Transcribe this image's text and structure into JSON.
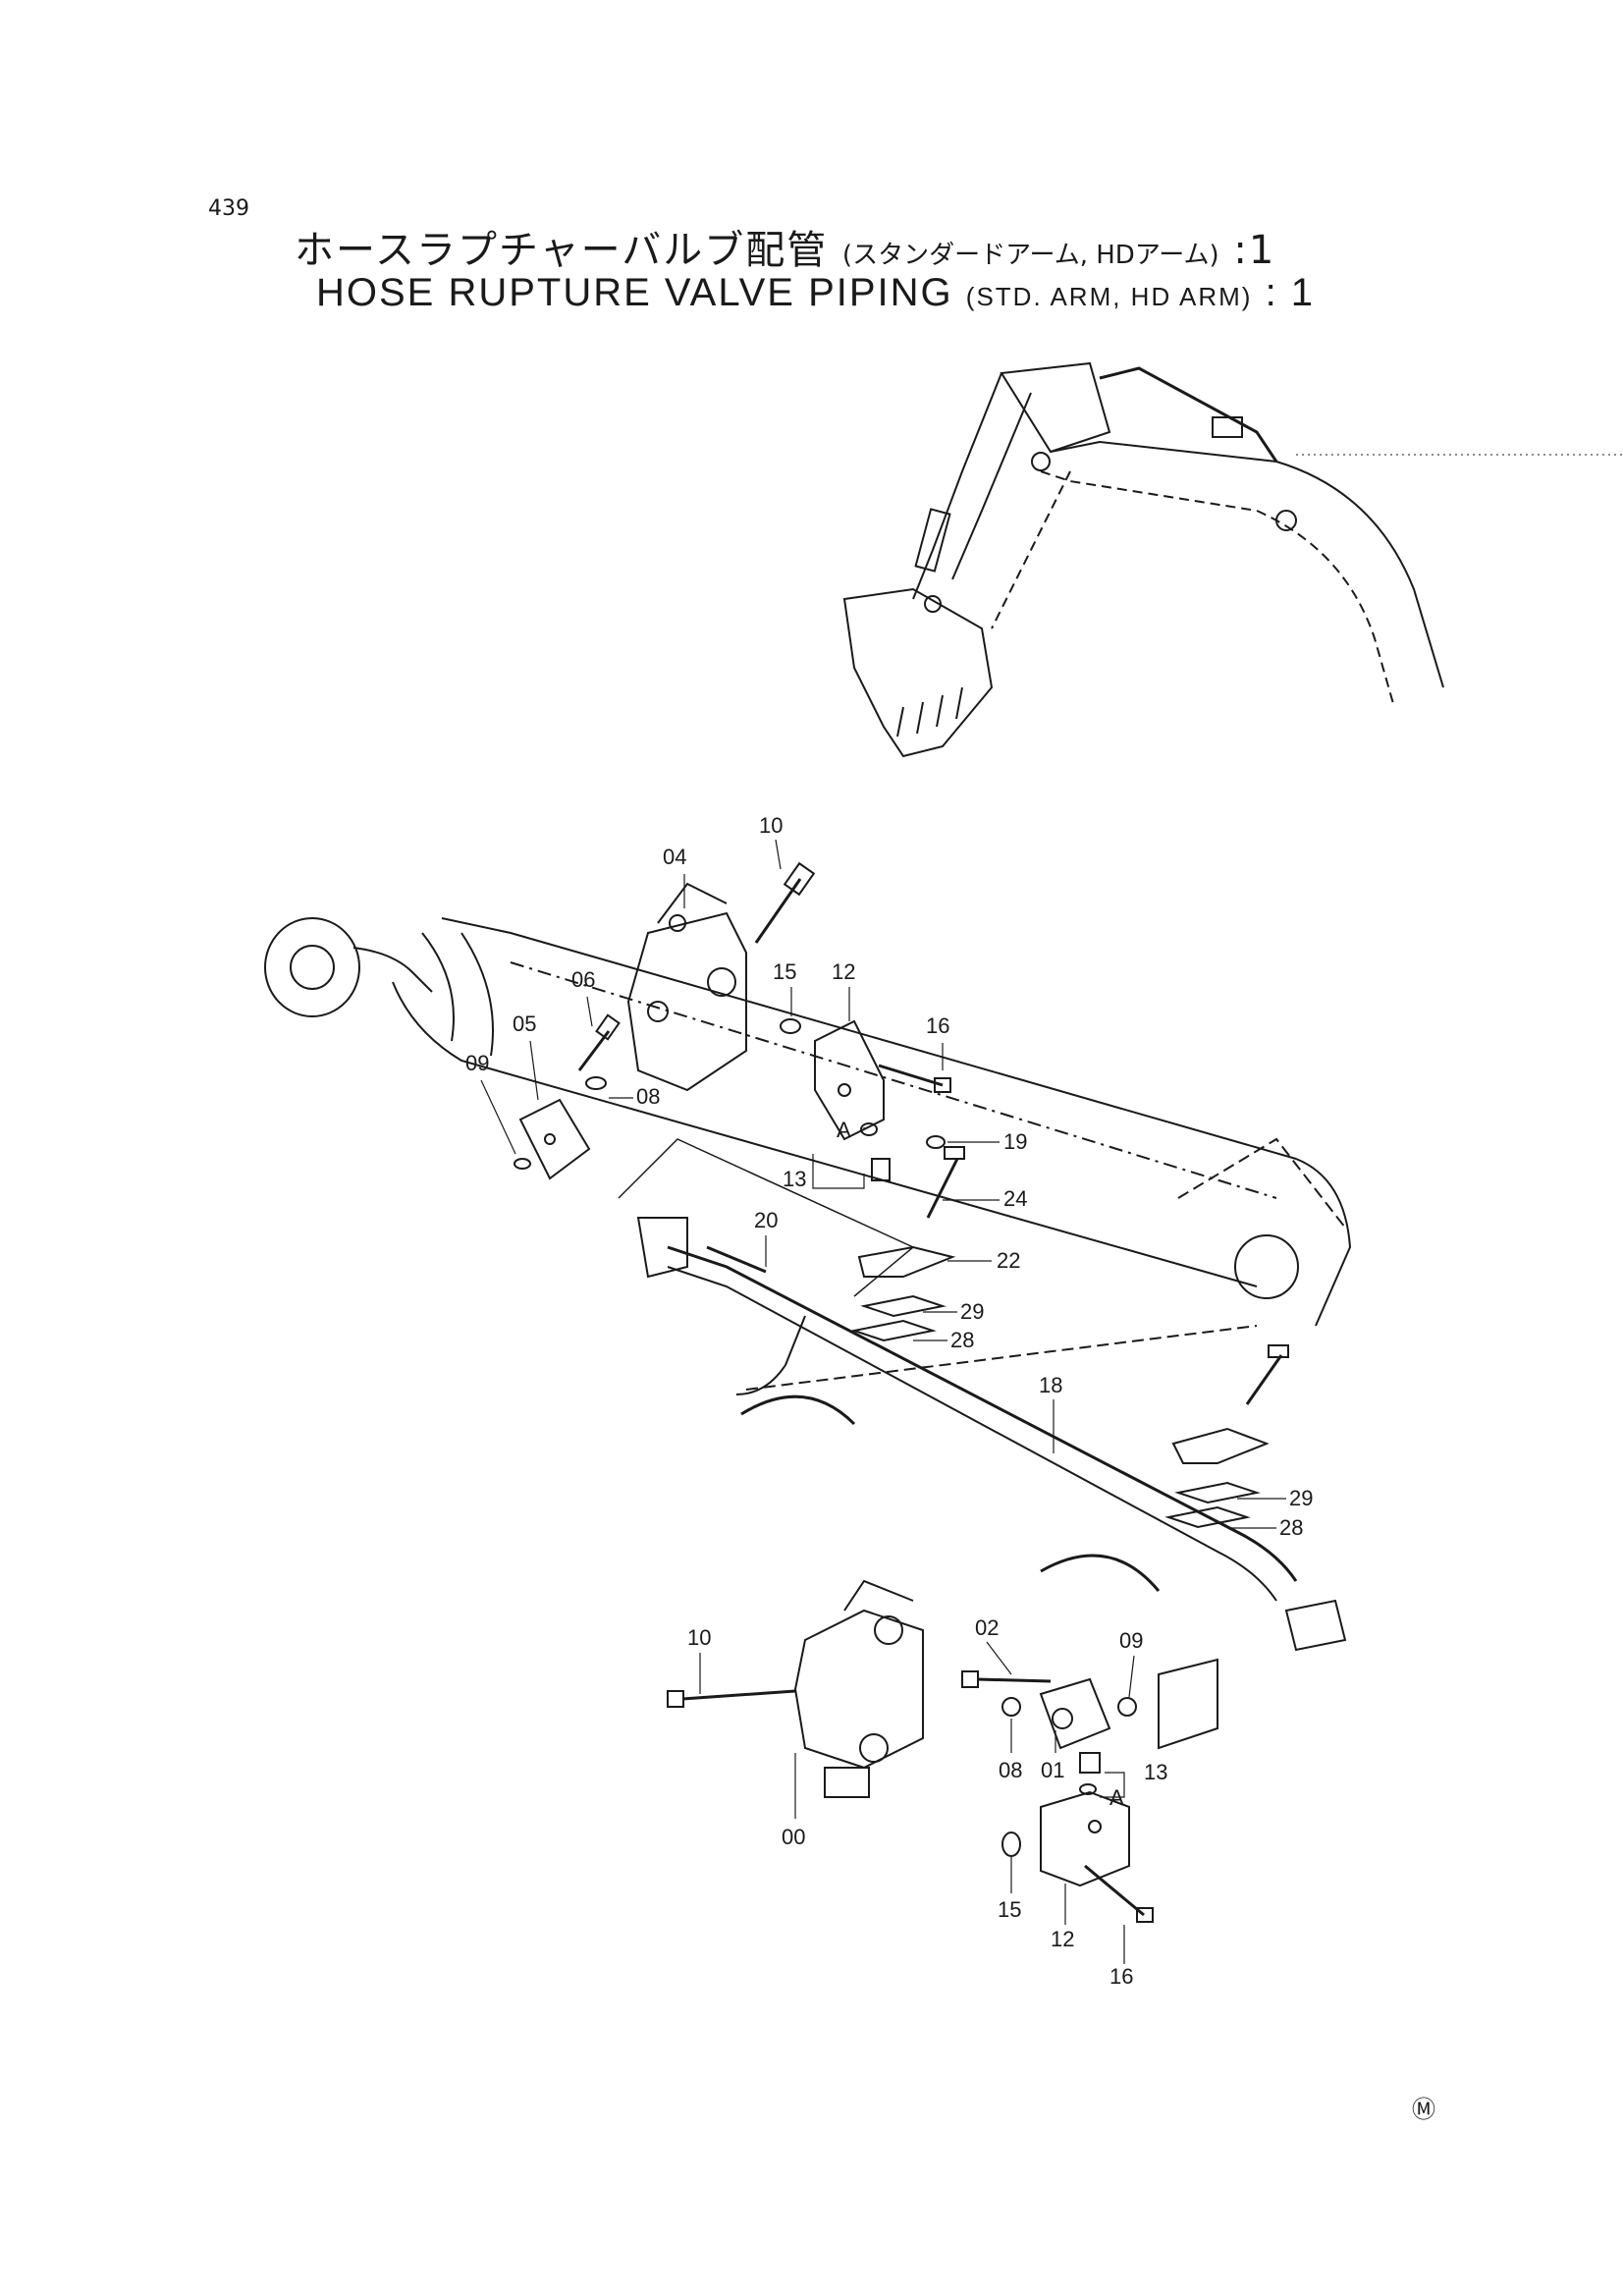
{
  "page_number": "439",
  "title_jp": {
    "main": "ホースラプチャーバルブ配管",
    "sub": "(スタンダードアーム, HDアーム)",
    "suffix": ":1"
  },
  "title_en": {
    "main": "HOSE RUPTURE VALVE PIPING",
    "sub": "(STD. ARM, HD ARM)",
    "suffix": ": 1"
  },
  "callouts": [
    "00",
    "01",
    "02",
    "04",
    "05",
    "06",
    "08",
    "08",
    "09",
    "09",
    "10",
    "10",
    "12",
    "12",
    "13",
    "13",
    "15",
    "15",
    "16",
    "16",
    "18",
    "19",
    "20",
    "22",
    "24",
    "28",
    "28",
    "29",
    "29",
    "A",
    "A"
  ],
  "mark": "Ⓜ"
}
